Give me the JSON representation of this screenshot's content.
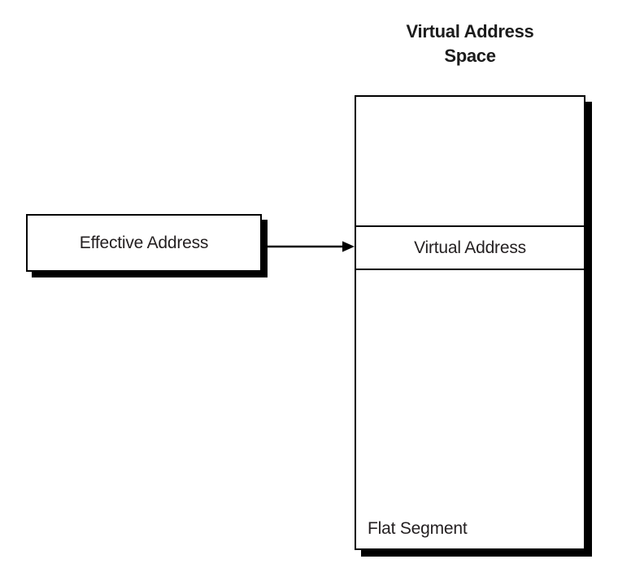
{
  "diagram": {
    "title_lines": [
      "Virtual Address",
      "Space"
    ],
    "effective_address": {
      "label": "Effective Address"
    },
    "address_space": {
      "virtual_address_label": "Virtual Address",
      "flat_segment_label": "Flat Segment"
    },
    "colors": {
      "stroke": "#000000",
      "text": "#231f20",
      "background": "#ffffff"
    }
  }
}
